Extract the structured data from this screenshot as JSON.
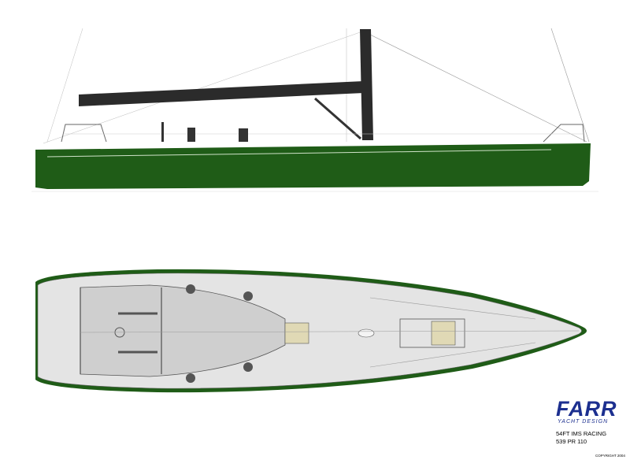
{
  "logo": {
    "brand": "FARR",
    "tagline": "YACHT DESIGN"
  },
  "title_block": {
    "line1": "54FT IMS RACING",
    "line2": "539 PR 110",
    "copyright": "COPYRIGHT 2004"
  },
  "colors": {
    "hull": "#1f5c17",
    "spar": "#2b2b2b",
    "deck": "#e4e4e4",
    "cockpit": "#cfcfcf",
    "hatch": "#e0d9b5",
    "brand": "#1c2f8f"
  }
}
